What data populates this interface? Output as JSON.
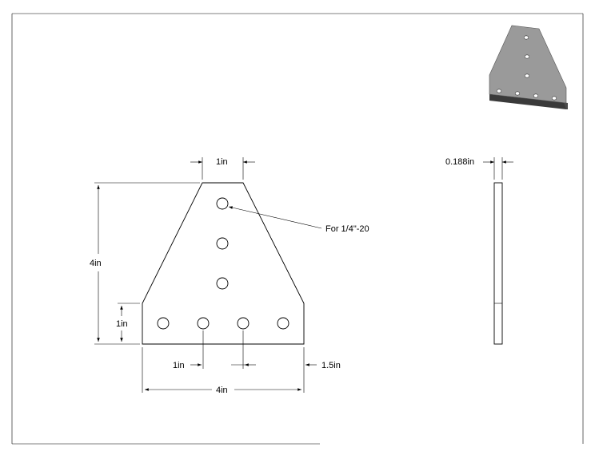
{
  "dimensions": {
    "top_width": "1in",
    "height": "4in",
    "bottom_hole_height": "1in",
    "hole_spacing": "1in",
    "edge_offset": "1.5in",
    "overall_width": "4in",
    "thickness": "0.188in"
  },
  "callout": {
    "hole_note": "For 1/4\"-20"
  },
  "iso_view": {
    "plate_color": "#9a9a9a",
    "edge_color": "#3a3a3a"
  }
}
